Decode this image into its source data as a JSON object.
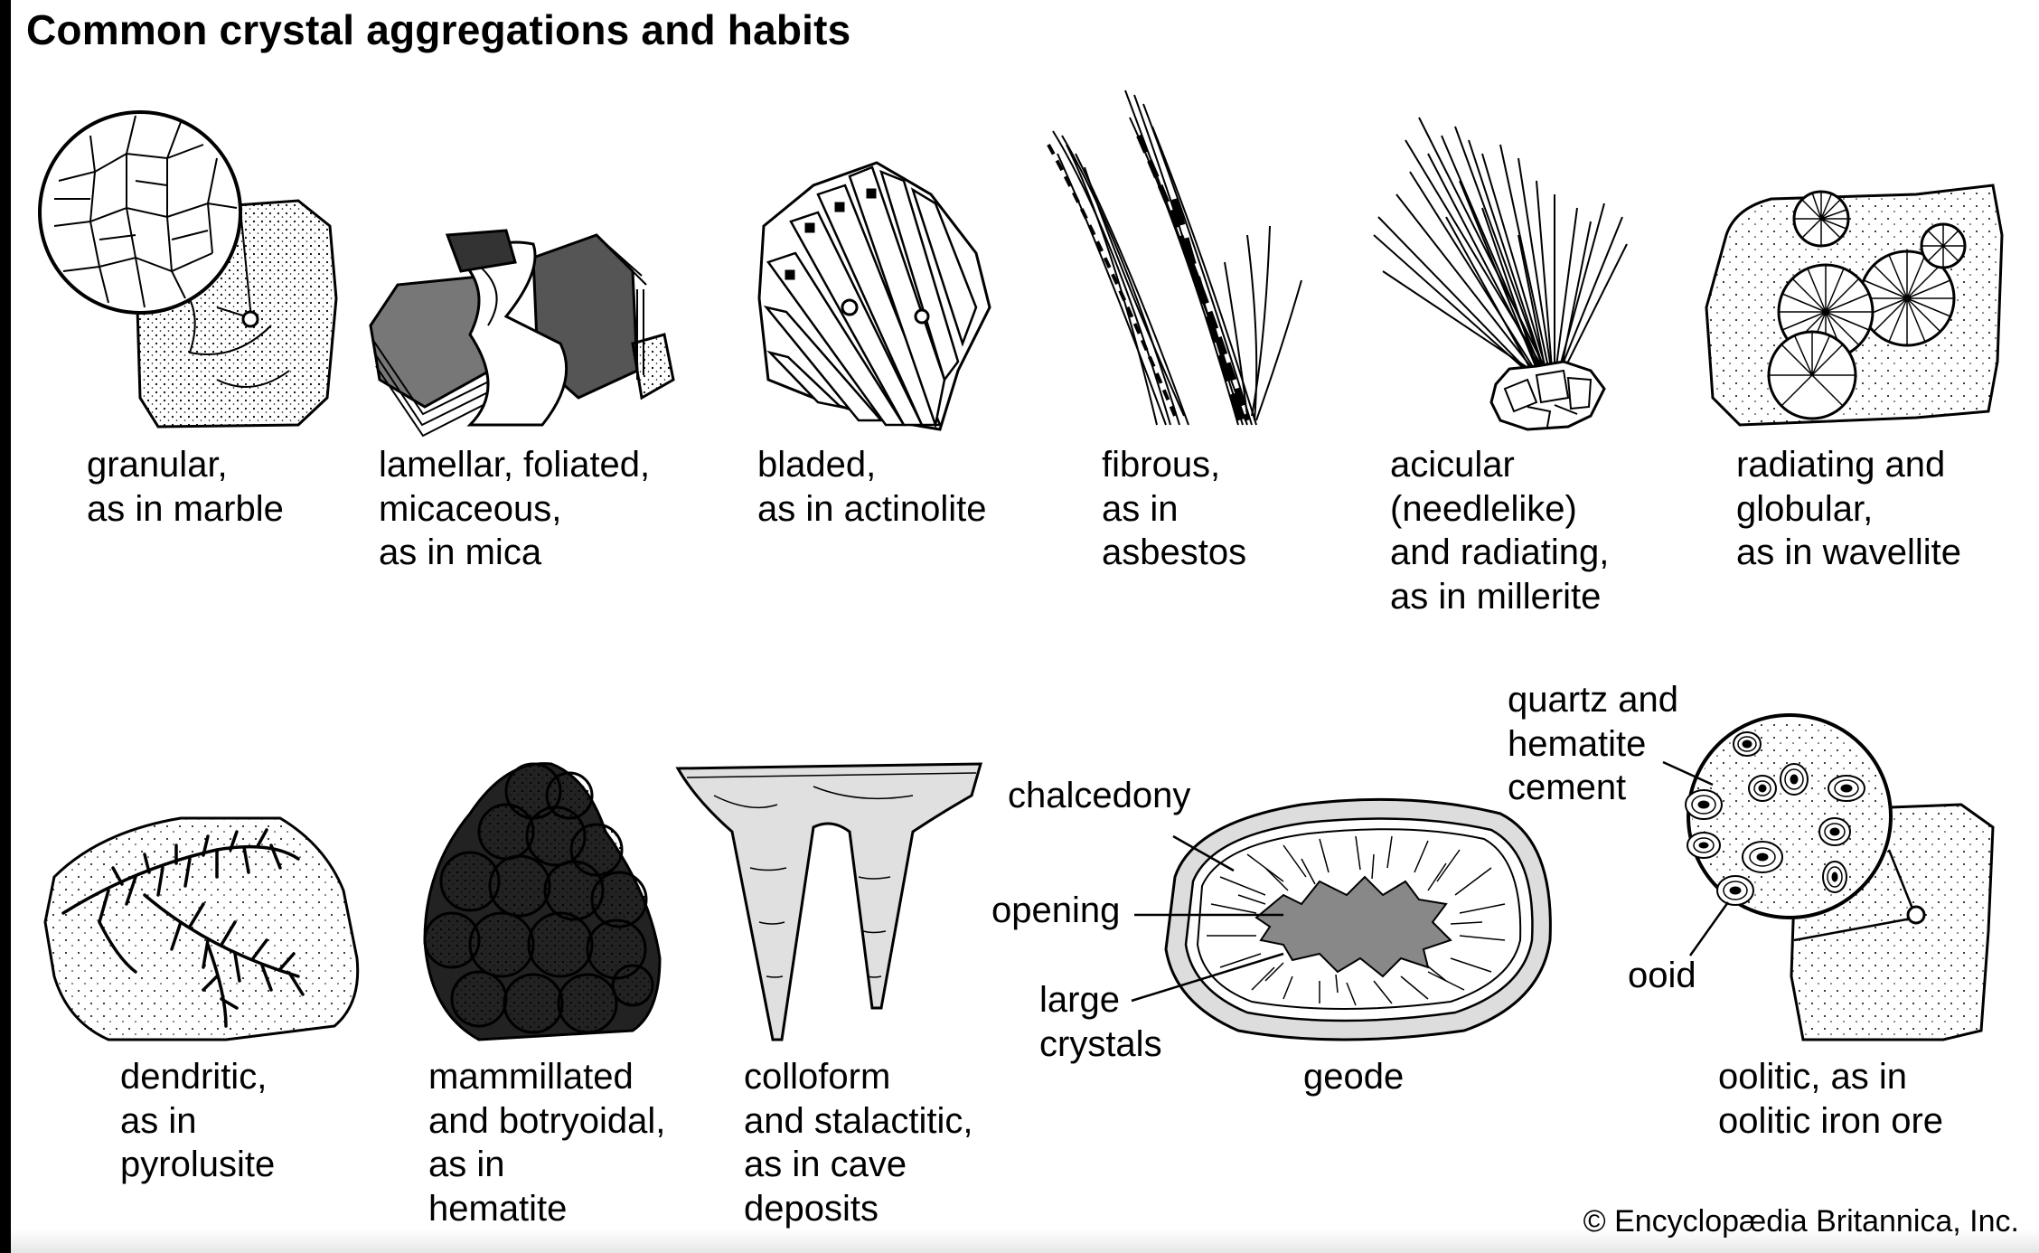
{
  "title": "Common crystal aggregations and habits",
  "captions": {
    "granular": [
      "granular,",
      "as in marble"
    ],
    "lamellar": [
      "lamellar, foliated,",
      "micaceous,",
      "as in mica"
    ],
    "bladed": [
      "bladed,",
      "as in actinolite"
    ],
    "fibrous": [
      "fibrous,",
      "as in",
      "asbestos"
    ],
    "acicular": [
      "acicular",
      "(needlelike)",
      "and radiating,",
      "as in millerite"
    ],
    "radiating": [
      "radiating and",
      "globular,",
      "as in wavellite"
    ],
    "dendritic": [
      "dendritic,",
      "as in",
      "pyrolusite"
    ],
    "mammillated": [
      "mammillated",
      "and botryoidal,",
      "as in",
      "hematite"
    ],
    "colloform": [
      "colloform",
      "and stalactitic,",
      "as in cave",
      "deposits"
    ],
    "geode": [
      "geode"
    ],
    "oolitic": [
      "oolitic, as in",
      "oolitic iron ore"
    ]
  },
  "labels": {
    "chalcedony": "chalcedony",
    "opening": "opening",
    "large_crystals": [
      "large",
      "crystals"
    ],
    "quartz_cement": [
      "quartz and",
      "hematite",
      "cement"
    ],
    "ooid": "ooid"
  },
  "copyright": "© Encyclopædia Britannica, Inc."
}
